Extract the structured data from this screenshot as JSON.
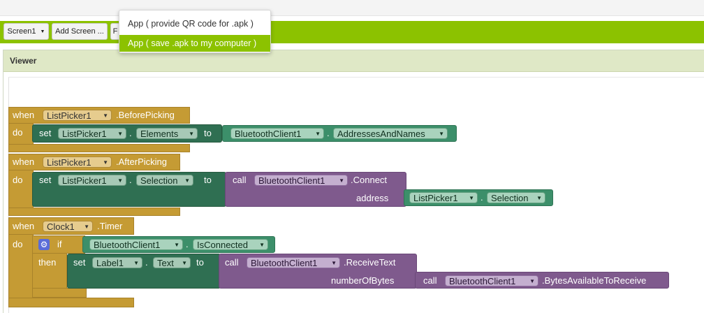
{
  "toolbar": {
    "screen_select": "Screen1",
    "add_screen": "Add Screen ...",
    "partial_button": "F"
  },
  "build_menu": {
    "items": [
      "App ( provide QR code for .apk )",
      "App ( save .apk to my computer )"
    ],
    "highlighted_index": 1
  },
  "viewer": {
    "title": "Viewer"
  },
  "blocks": {
    "b1": {
      "when": "when",
      "component": "ListPicker1",
      "event": ".BeforePicking",
      "do": "do",
      "set": "set",
      "target": "ListPicker1",
      "dot": ".",
      "property": "Elements",
      "to": "to",
      "value_component": "BluetoothClient1",
      "value_dot": ".",
      "value_property": "AddressesAndNames"
    },
    "b2": {
      "when": "when",
      "component": "ListPicker1",
      "event": ".AfterPicking",
      "do": "do",
      "set": "set",
      "target": "ListPicker1",
      "dot": ".",
      "property": "Selection",
      "to": "to",
      "call": "call",
      "call_component": "BluetoothClient1",
      "method": ".Connect",
      "arg_label": "address",
      "arg_component": "ListPicker1",
      "arg_dot": ".",
      "arg_property": "Selection"
    },
    "b3": {
      "when": "when",
      "component": "Clock1",
      "event": ".Timer",
      "do": "do",
      "if": "if",
      "then": "then",
      "cond_component": "BluetoothClient1",
      "cond_dot": ".",
      "cond_property": "IsConnected",
      "set": "set",
      "target": "Label1",
      "dot": ".",
      "property": "Text",
      "to": "to",
      "call": "call",
      "call_component": "BluetoothClient1",
      "method": ".ReceiveText",
      "arg_label": "numberOfBytes",
      "arg_call": "call",
      "arg_component": "BluetoothClient1",
      "arg_method": ".BytesAvailableToReceive"
    }
  },
  "colors": {
    "toolbar_green": "#8cc200",
    "event_block": "#c59b34",
    "setter_block": "#2f6f52",
    "component_method": "#7f5a8d",
    "getter_block": "#3c8f6a"
  }
}
